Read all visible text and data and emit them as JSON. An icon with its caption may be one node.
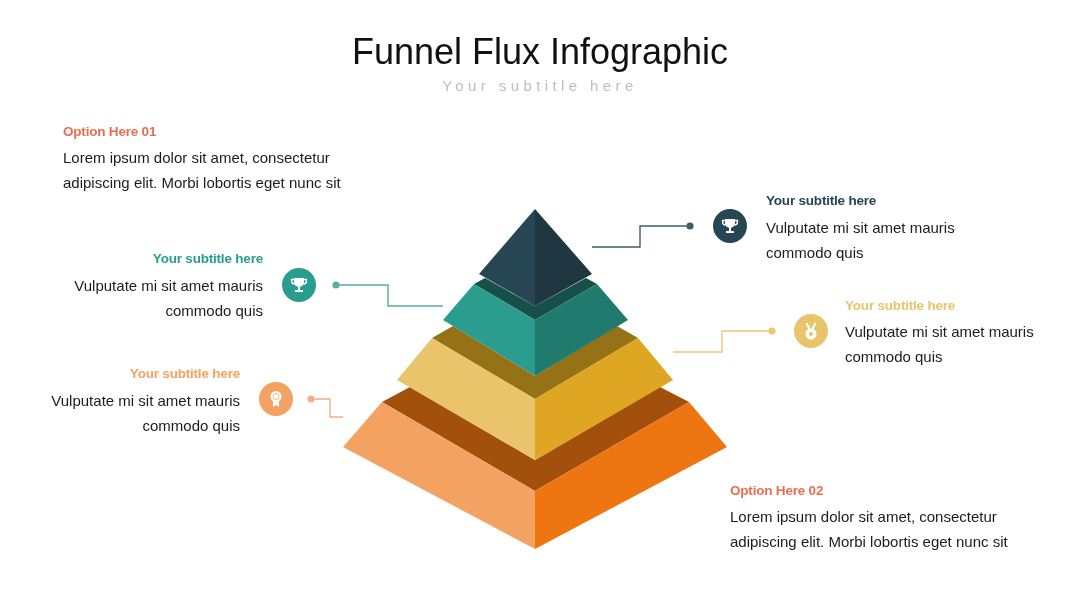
{
  "diagram": {
    "title": "Funnel Flux Infographic",
    "nodes": [
      {
        "text": [
          "Your subtitle here",
          "Vulputate mi sit amet mauris commodo quis"
        ]
      },
      {
        "text": [
          "Your subtitle here",
          "Vulputate mi sit amet mauris commodo quis"
        ]
      },
      {
        "text": [
          "Your subtitle here",
          "Vulputate mi sit amet mauris commodo quis"
        ]
      },
      {
        "text": [
          "Your subtitle here",
          "Vulputate mi sit amet mauris commodo quis"
        ]
      },
      {
        "text": [],
        "shape": "pyramid"
      },
      {
        "text": [],
        "shape": "band"
      },
      {
        "text": [],
        "shape": "band"
      },
      {
        "text": [],
        "shape": "band"
      }
    ],
    "edges": [
      {
        "from": 0,
        "to": 4,
        "arrow": "other",
        "color": "#3f5c68"
      },
      {
        "from": 1,
        "to": 5,
        "arrow": "other",
        "color": "#5aaba1"
      },
      {
        "from": 2,
        "to": 6,
        "arrow": "other",
        "color": "#ecc873"
      },
      {
        "from": 3,
        "to": 7,
        "arrow": "other",
        "color": "#f3b084"
      }
    ],
    "labels": [
      "Your subtitle here",
      "Option Here 01",
      "Lorem ipsum dolor sit amet, consectetur adipiscing elit. Morbi lobortis eget nunc sit",
      "Option Here 02",
      "Lorem ipsum dolor sit amet, consectetur adipiscing elit. Morbi lobortis eget nunc sit"
    ]
  }
}
